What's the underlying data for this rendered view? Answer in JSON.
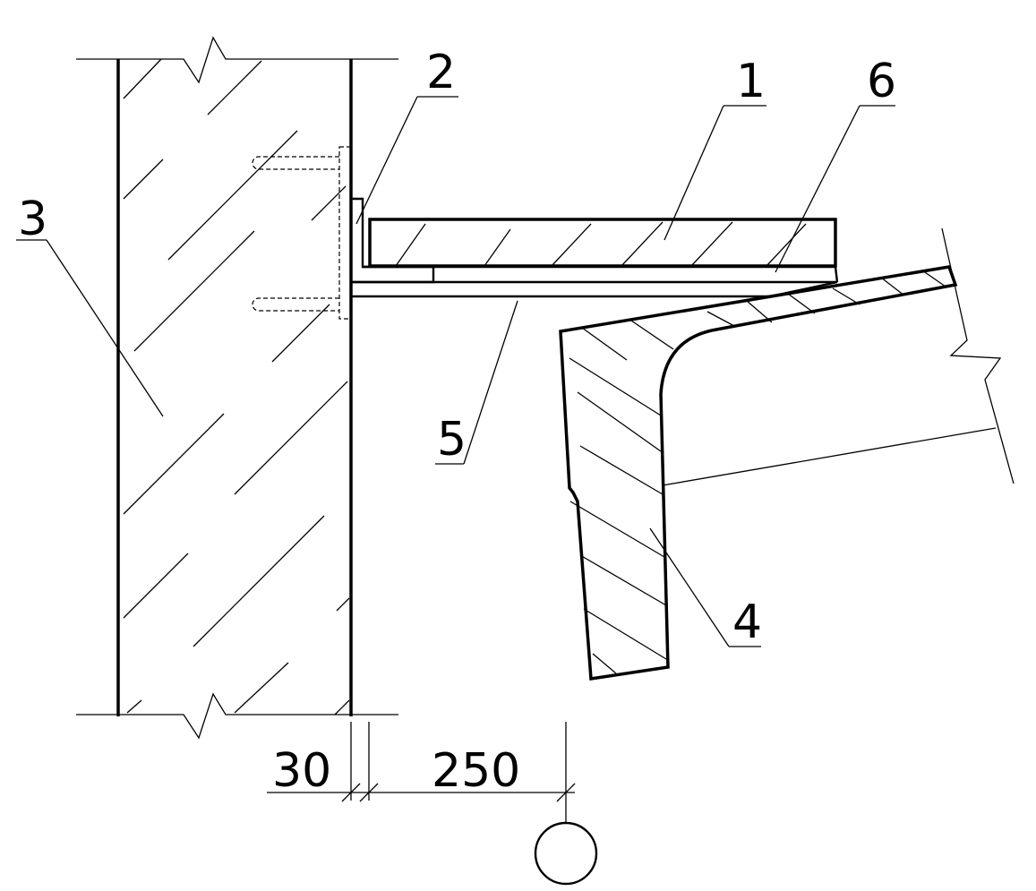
{
  "callouts": {
    "c1": "1",
    "c2": "2",
    "c3": "3",
    "c4": "4",
    "c5": "5",
    "c6": "6"
  },
  "dimensions": {
    "d1": "30",
    "d2": "250"
  },
  "axis_bubble": ""
}
